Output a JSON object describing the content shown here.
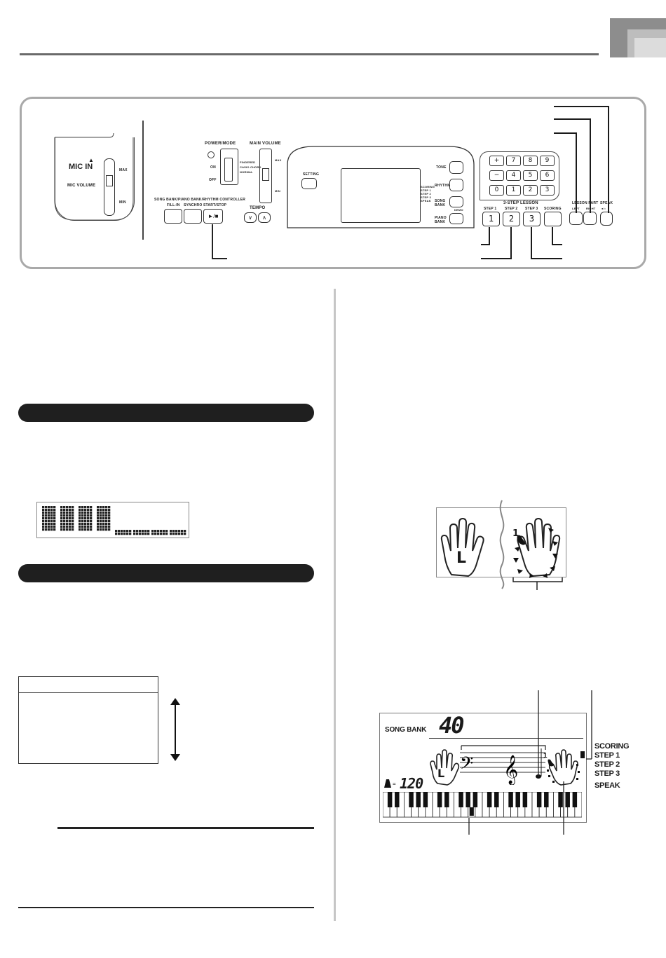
{
  "panel": {
    "mic_in_label": "MIC IN",
    "mic_volume_label": "MIC VOLUME",
    "mic_max": "MAX",
    "mic_min": "MIN",
    "power_mode_label": "POWER/MODE",
    "power_on": "ON",
    "power_off": "OFF",
    "mode_options": [
      "FINGERED",
      "CASIO CHORD",
      "NORMAL"
    ],
    "main_volume_label": "MAIN VOLUME",
    "main_volume_max": "MAX",
    "main_volume_min": "MIN",
    "controller_label": "SONG BANK/PIANO BANK/RHYTHM CONTROLLER",
    "fill_in": "FILL-IN",
    "synchro": "SYNCHRO",
    "start_stop": "START/STOP",
    "start_stop_symbol": "►/■",
    "tempo_label": "TEMPO",
    "tempo_down": "∨",
    "tempo_up": "∧",
    "setting_label": "SETTING",
    "side_labels": [
      "SCORING",
      "STEP 1",
      "STEP 2",
      "STEP 3",
      "SPEAK"
    ],
    "tone_label": "TONE",
    "rhythm_label": "RHYTHM",
    "song_bank_label": "SONG BANK",
    "demo_label": "DEMO",
    "piano_bank_label": "PIANO BANK",
    "keypad": [
      "+",
      "7",
      "8",
      "9",
      "−",
      "4",
      "5",
      "6",
      "0",
      "1",
      "2",
      "3"
    ],
    "lesson_label": "3-STEP LESSON",
    "step1": "STEP 1",
    "step2": "STEP 2",
    "step3": "STEP 3",
    "scoring": "SCORING",
    "step_numbers": [
      "1",
      "2",
      "3"
    ],
    "lesson_part_label": "LESSON PART",
    "left_label": "LEFT",
    "right_label": "RIGHT",
    "speak_label": "SPEAK",
    "speak_sub": "●/○"
  },
  "hands_figure": {
    "left_letter": "L",
    "finger_number": "1"
  },
  "lcd": {
    "song_bank": "SONG BANK",
    "number": "40",
    "tempo": "120",
    "hand_letter": "L",
    "finger_number": "1",
    "side_indicators": [
      "SCORING",
      "STEP 1",
      "STEP 2",
      "STEP 3",
      "SPEAK"
    ]
  }
}
